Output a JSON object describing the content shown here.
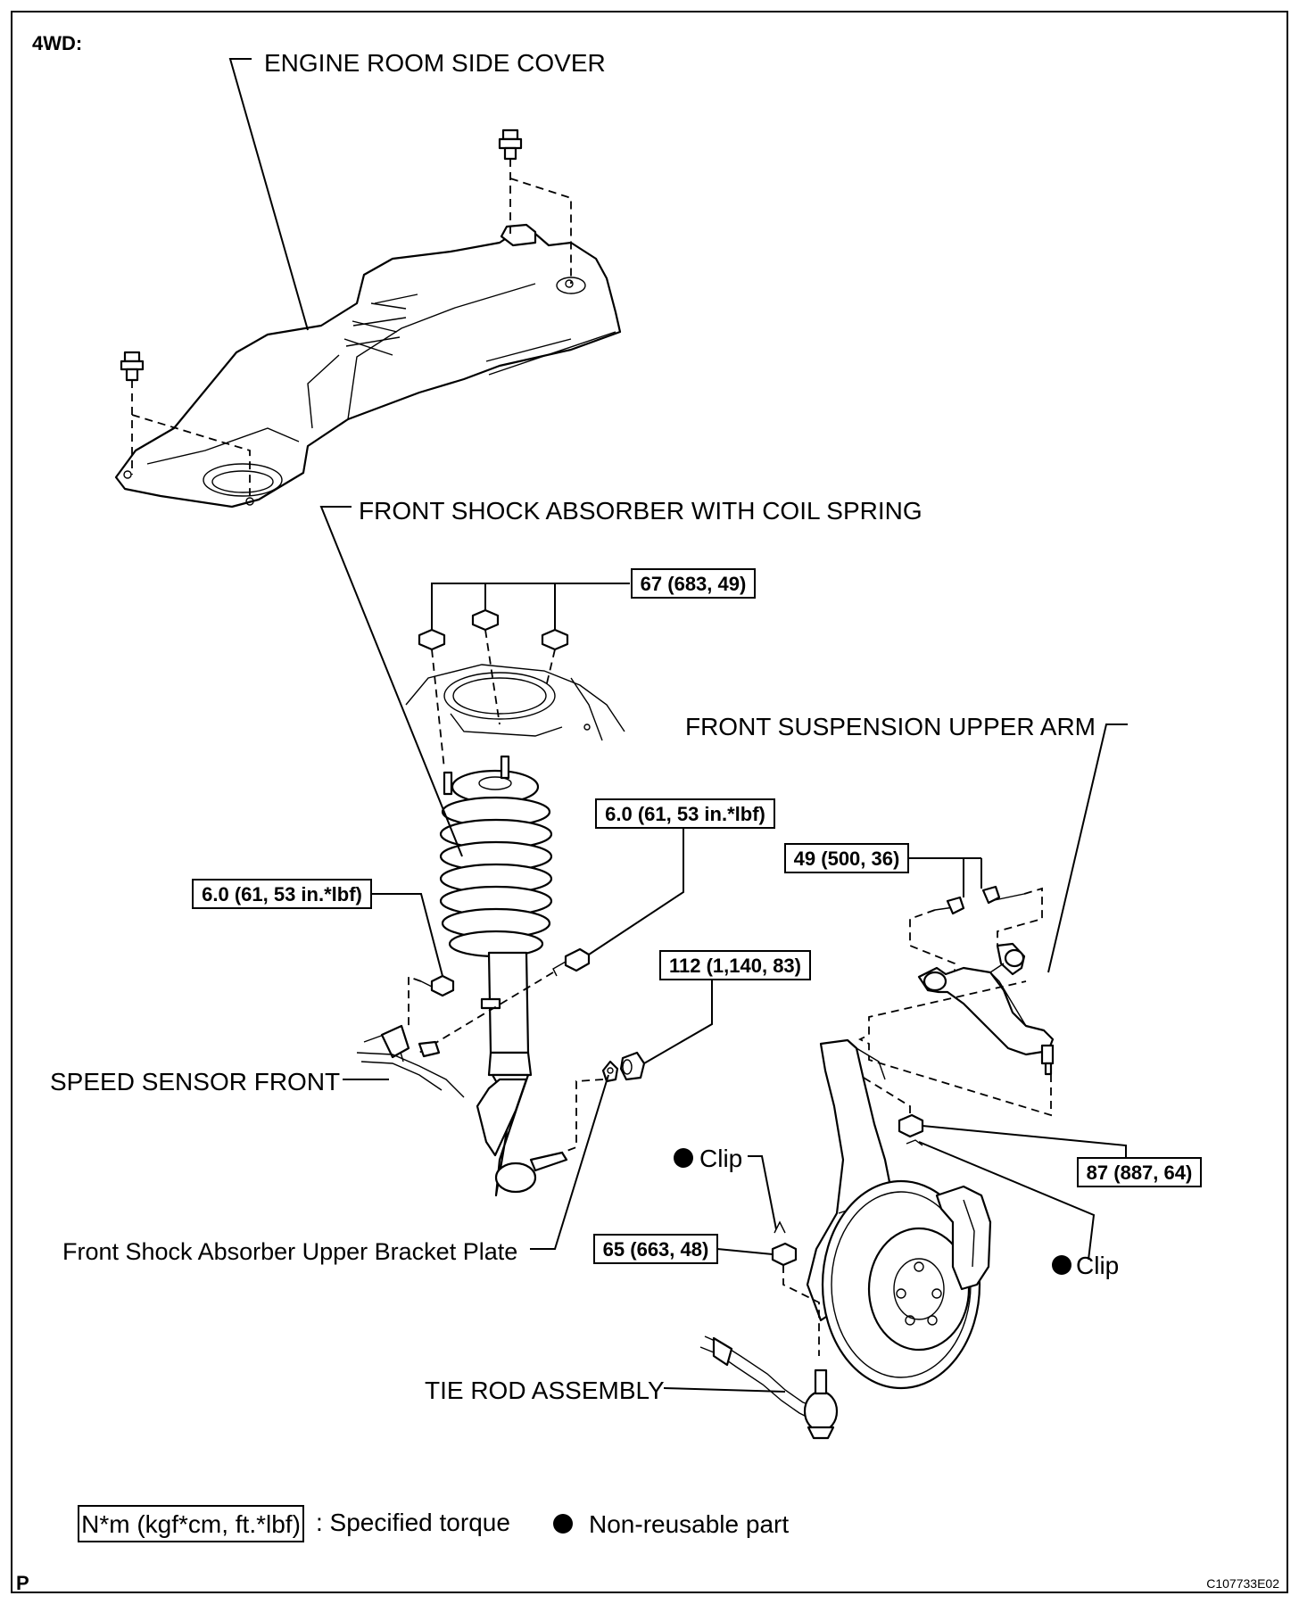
{
  "header": {
    "variant": "4WD:",
    "corner_mark": "P",
    "figure_code": "C107733E02"
  },
  "parts": {
    "engine_room_side_cover": "ENGINE ROOM SIDE COVER",
    "front_shock_absorber": "FRONT SHOCK ABSORBER WITH COIL SPRING",
    "front_suspension_upper_arm": "FRONT SUSPENSION UPPER ARM",
    "speed_sensor_front": "SPEED SENSOR FRONT",
    "upper_bracket_plate": "Front Shock Absorber Upper Bracket Plate",
    "tie_rod_assembly": "TIE ROD ASSEMBLY",
    "clip_left": "Clip",
    "clip_right": "Clip"
  },
  "torques": {
    "strut_top_nuts": "67 (683, 49)",
    "sensor_bracket_right": "6.0 (61, 53 in.*lbf)",
    "sensor_bracket_left": "6.0 (61, 53 in.*lbf)",
    "upper_arm_bolts": "49 (500, 36)",
    "strut_lower_bolt": "112 (1,140, 83)",
    "ball_joint_nut": "87 (887, 64)",
    "tie_rod_nut": "65 (663, 48)"
  },
  "legend": {
    "torque_unit": "N*m (kgf*cm, ft.*lbf)",
    "torque_desc": ": Specified torque",
    "nonreusable_desc": "Non-reusable part"
  }
}
